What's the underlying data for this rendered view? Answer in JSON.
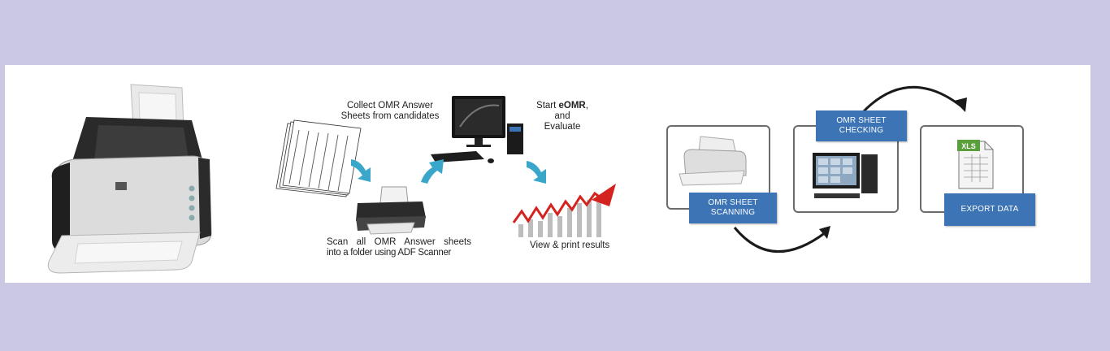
{
  "workflow": {
    "collect_line1": "Collect OMR Answer",
    "collect_line2": "Sheets from candidates",
    "start_prefix": "Start ",
    "start_bold": "eOMR",
    "start_suffix": ", and",
    "start_line2": "Evaluate",
    "scan_line1": "Scan all OMR Answer sheets",
    "scan_line2": "into a folder using ADF Scanner",
    "view_print": "View & print results"
  },
  "process": {
    "scanning_line1": "OMR SHEET",
    "scanning_line2": "SCANNING",
    "checking_line1": "OMR SHEET",
    "checking_line2": "CHECKING",
    "export": "EXPORT DATA",
    "xls_badge": "XLS"
  },
  "colors": {
    "background": "#cbc8e3",
    "tag_blue": "#3d74b6",
    "arrow_teal": "#3aa6c9",
    "chart_red": "#d4231f"
  }
}
